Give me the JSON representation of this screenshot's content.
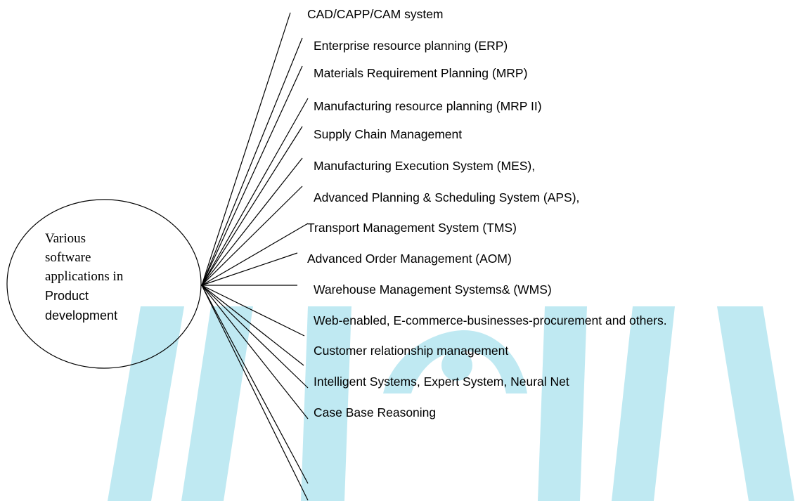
{
  "hub": {
    "lines": [
      "Various",
      "software",
      "applications in",
      "Product",
      "development"
    ]
  },
  "items": [
    "CAD/CAPP/CAM system",
    "Enterprise resource planning (ERP)",
    "Materials Requirement Planning (MRP)",
    "Manufacturing resource planning (MRP II)",
    "Supply Chain Management",
    "Manufacturing Execution System (MES),",
    "Advanced Planning & Scheduling System (APS),",
    "Transport Management System (TMS)",
    "Advanced Order Management (AOM)",
    "Warehouse Management Systems& (WMS)",
    "Web-enabled, E-commerce-businesses-procurement and others.",
    "Customer relationship management",
    "Intelligent Systems, Expert System, Neural Net",
    "Case Base Reasoning",
    "",
    ""
  ],
  "colors": {
    "text": "#000000",
    "watermark": "#a9e2ee"
  }
}
